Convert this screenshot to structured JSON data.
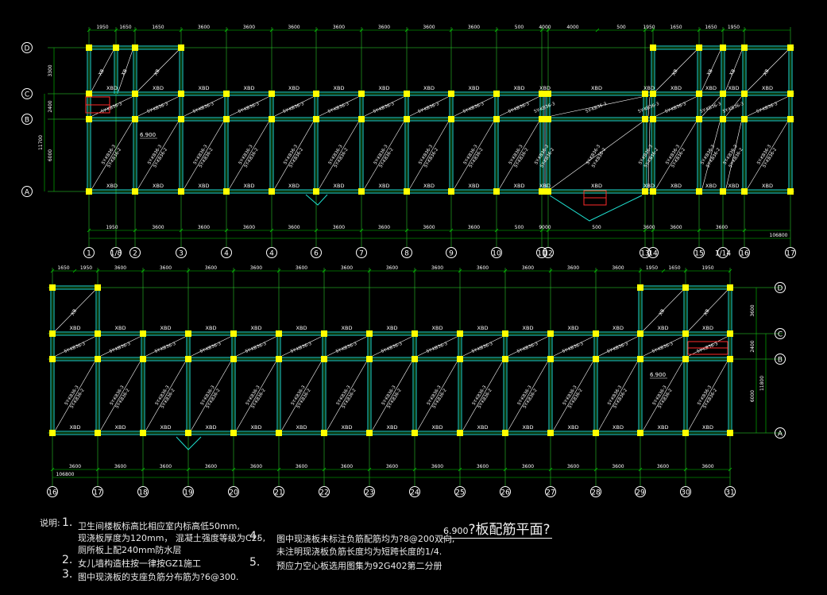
{
  "plan_title": {
    "level": "6.900",
    "text": "?板配筋平面?"
  },
  "notes_label": "说明:",
  "notes": [
    {
      "n": "1.",
      "lines": [
        "卫生间楼板标高比相应室内标高低50mm,",
        "现浇板厚度为120mm，  混凝土强度等级为C25,",
        "厕所板上配240mm防水层"
      ]
    },
    {
      "n": "2.",
      "lines": [
        "女儿墙构造柱按一律按GZ1施工"
      ]
    },
    {
      "n": "3.",
      "lines": [
        "图中现浇板的支座负筋分布筋为?6@300."
      ]
    },
    {
      "n": "4.",
      "lines": [
        "图中现浇板未标注负筋配筋均为?8@200双向,",
        "未注明现浇板负筋长度均为短跨长度的1/4."
      ]
    },
    {
      "n": "5.",
      "lines": [
        "预应力空心板选用图集为92G402第二分册"
      ]
    }
  ],
  "colors": {
    "grid": "#2ee62e",
    "beam": "#1fe0d0",
    "column": "#ffff00",
    "text": "#ffffff",
    "dim": "#00cc00",
    "red": "#ff2a2a"
  },
  "upper_plan": {
    "axes_bottom": [
      "1",
      "1/8",
      "2",
      "3",
      "4",
      "4",
      "6",
      "7",
      "8",
      "9",
      "10",
      "11",
      "12",
      "13",
      "14",
      "15",
      "1/14",
      "16",
      "17"
    ],
    "axes_left": [
      "D",
      "C",
      "B",
      "A"
    ],
    "dims_top": [
      "1950",
      "1650",
      "1650",
      "3600",
      "3600",
      "3600",
      "3600",
      "3600",
      "3600",
      "3600",
      "500",
      "4000",
      "4000",
      "500",
      "1950",
      "1650",
      "1650",
      "1950"
    ],
    "dims_bottom": [
      "1950",
      "3600",
      "3600",
      "3600",
      "3600",
      "3600",
      "3600",
      "3600",
      "3600",
      "500",
      "9000",
      "500",
      "3600",
      "3600",
      "3600"
    ],
    "total": "106800",
    "dims_left": [
      "3300",
      "2400",
      "6000",
      "11700"
    ],
    "elev": "6.900",
    "slab_label": "XBD",
    "slab_code1": "5Y-KB36-3",
    "slab_code2": "5Y-KB36-2",
    "wet_label": "XB"
  },
  "lower_plan": {
    "axes_bottom": [
      "16",
      "17",
      "18",
      "19",
      "20",
      "21",
      "22",
      "23",
      "24",
      "25",
      "26",
      "27",
      "28",
      "29",
      "30",
      "31"
    ],
    "axes_right": [
      "D",
      "C",
      "B",
      "A"
    ],
    "dims_top": [
      "1650",
      "1950",
      "3600",
      "3600",
      "3600",
      "3600",
      "3600",
      "3600",
      "3600",
      "3600",
      "3600",
      "3600",
      "3600",
      "3600",
      "1950",
      "1650",
      "1950"
    ],
    "dims_bottom": [
      "3600",
      "3600",
      "3600",
      "3600",
      "3600",
      "3600",
      "3600",
      "3600",
      "3600",
      "3600",
      "3600",
      "3600",
      "3600",
      "3600",
      "3600"
    ],
    "total": "106800",
    "dims_right": [
      "3600",
      "2400",
      "6000",
      "11800"
    ],
    "elev": "6.900",
    "slab_label": "XBD",
    "slab_code1": "5Y-KB36-3",
    "slab_code2": "5Y-KB36-2",
    "wet_label": "XB"
  }
}
